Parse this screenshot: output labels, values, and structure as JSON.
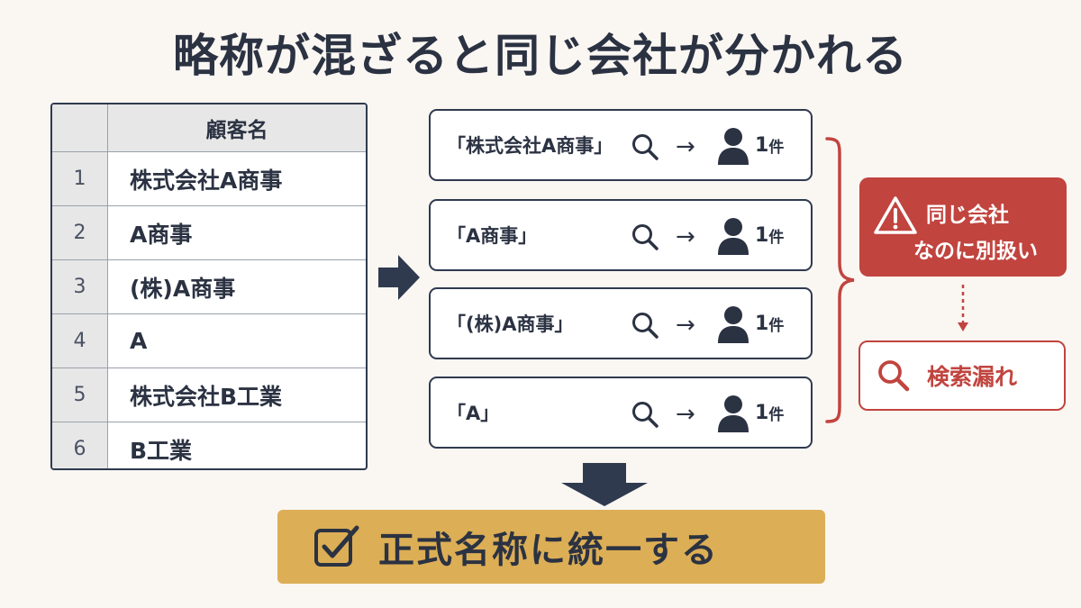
{
  "title": "略称が混ざると同じ会社が分かれる",
  "table": {
    "header": "顧客名",
    "rows": [
      {
        "num": "1",
        "name": "株式会社A商事"
      },
      {
        "num": "2",
        "name": "A商事"
      },
      {
        "num": "3",
        "name": "(株)A商事"
      },
      {
        "num": "4",
        "name": "A"
      },
      {
        "num": "5",
        "name": "株式会社B工業"
      },
      {
        "num": "6",
        "name": "B工業"
      }
    ]
  },
  "searches": [
    {
      "query": "「株式会社A商事」",
      "count": "1",
      "unit": "件"
    },
    {
      "query": "「A商事」",
      "count": "1",
      "unit": "件"
    },
    {
      "query": "「(株)A商事」",
      "count": "1",
      "unit": "件"
    },
    {
      "query": "「A」",
      "count": "1",
      "unit": "件"
    }
  ],
  "arrow_symbol": "→",
  "warning": {
    "line1": "同じ会社",
    "line2": "なのに別扱い"
  },
  "leak": {
    "label": "検索漏れ"
  },
  "action": {
    "label": "正式名称に統一する"
  },
  "icons": [
    "search-icon",
    "person-icon",
    "warning-icon",
    "checkbox-icon",
    "arrow-right-icon",
    "arrow-down-icon",
    "bracket"
  ],
  "colors": {
    "navy": "#2f3a4f",
    "red": "#c1443f",
    "gold": "#dcae55",
    "background": "#faf6f2"
  }
}
